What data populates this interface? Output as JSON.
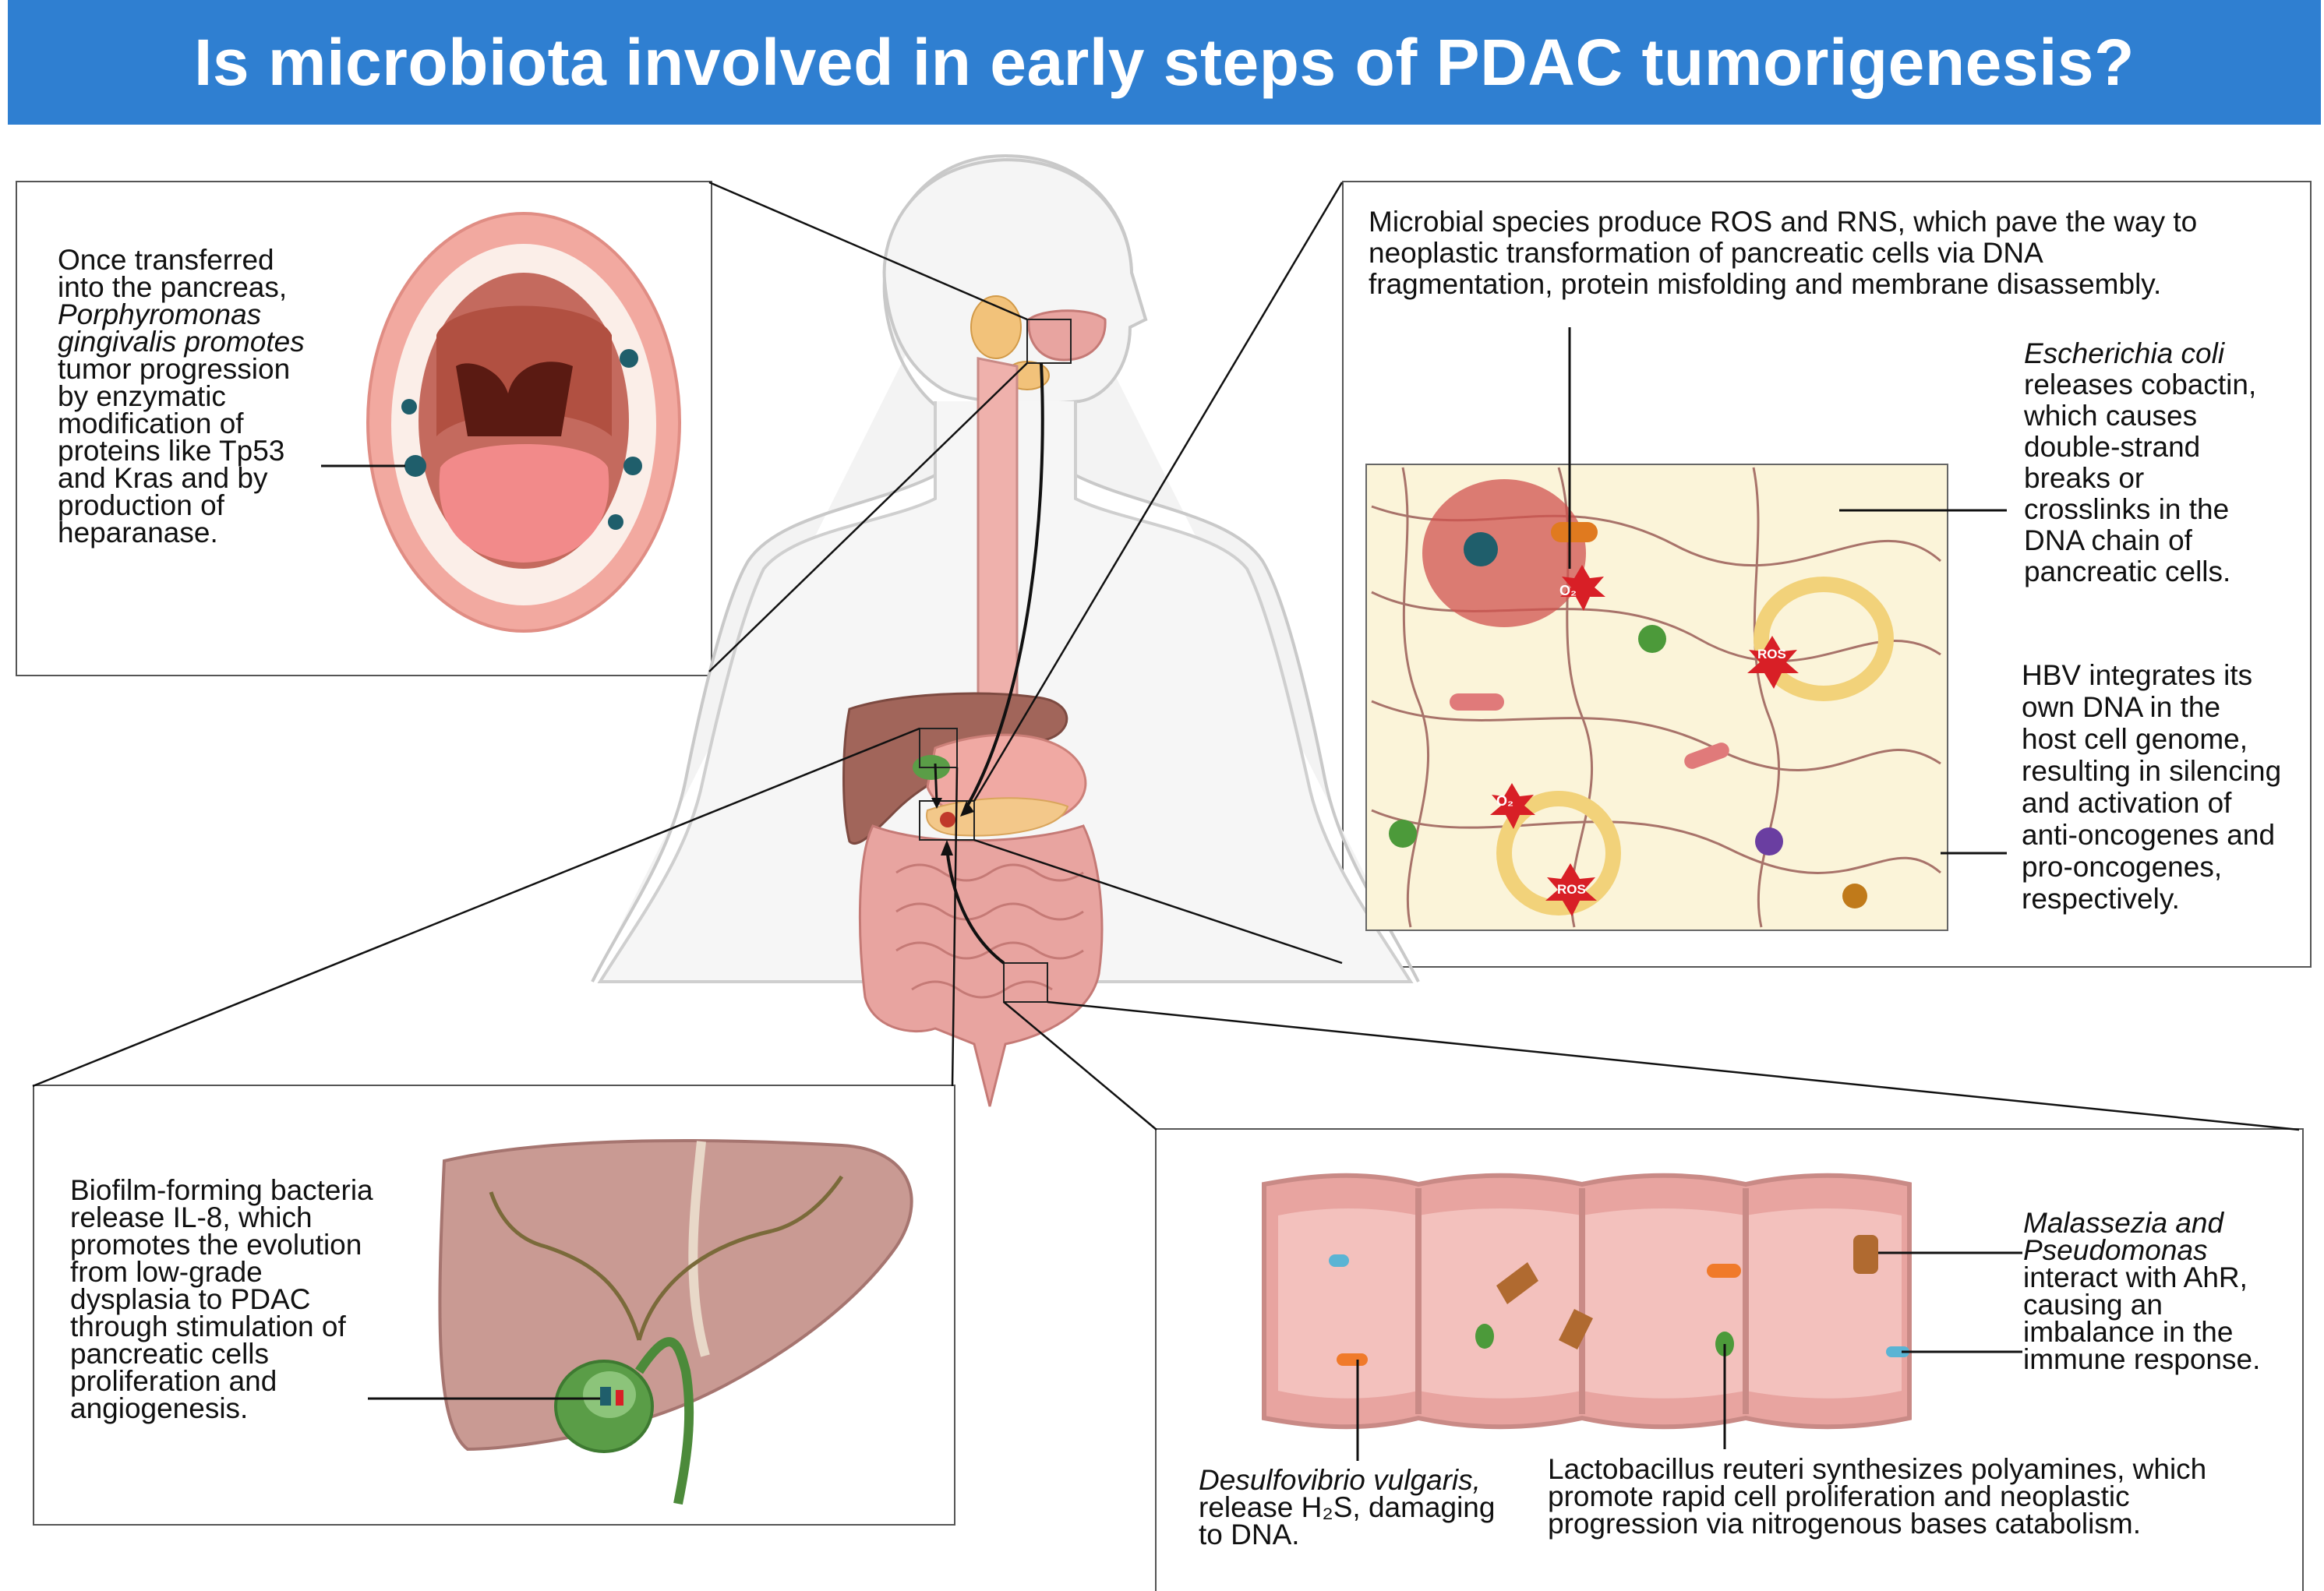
{
  "title": "Is microbiota involved in early steps of PDAC tumorigenesis?",
  "panels": {
    "oral": {
      "lines": [
        "Once transferred",
        "into the pancreas,",
        "Porphyromonas",
        "gingivalis promotes",
        "tumor progression",
        "by enzymatic",
        "modification of",
        "proteins like Tp53",
        "and Kras and by",
        "production of",
        "heparanase."
      ],
      "italic_species": "Porphyromonas gingivalis"
    },
    "pancreas": {
      "ros_text": [
        "Microbial species produce ROS and RNS, which pave the way to",
        "neoplastic transformation of pancreatic cells via DNA",
        "fragmentation, protein misfolding and membrane disassembly."
      ],
      "ecoli_species": "Escherichia coli",
      "ecoli_lines": [
        "releases cobactin,",
        "which causes",
        "double-strand",
        "breaks or",
        "crosslinks in the",
        "DNA chain of",
        "pancreatic cells."
      ],
      "hbv_lines": [
        "HBV integrates its",
        "own DNA in the",
        "host cell genome,",
        "resulting in silencing",
        "and activation of",
        "anti-oncogenes and",
        "pro-oncogenes,",
        "respectively."
      ],
      "labels": {
        "o2": "O₂",
        "ros": "ROS"
      }
    },
    "liver": {
      "lines": [
        "Biofilm-forming bacteria",
        "release IL-8, which",
        "promotes the evolution",
        "from low-grade",
        "dysplasia to PDAC",
        "through stimulation of",
        "pancreatic cells",
        "proliferation and",
        "angiogenesis."
      ]
    },
    "gut": {
      "malassezia_lines": [
        "Malassezia  and",
        "Pseudomonas",
        "interact with AhR,",
        "causing an",
        "imbalance in the",
        "immune response."
      ],
      "desulfo_lines": [
        "Desulfovibrio vulgaris,",
        "release H₂S, damaging",
        "to DNA."
      ],
      "lacto_lines": [
        "Lactobacillus reuteri synthesizes polyamines, which",
        "promote rapid cell proliferation and neoplastic",
        "progression via nitrogenous bases catabolism."
      ]
    }
  },
  "colors": {
    "title_bg": "#2f7fd1",
    "liver": "#c99a93",
    "gallbladder": "#5a9d47",
    "intestine": "#e8a4a0",
    "tissue_bg": "#fbf4d9"
  }
}
